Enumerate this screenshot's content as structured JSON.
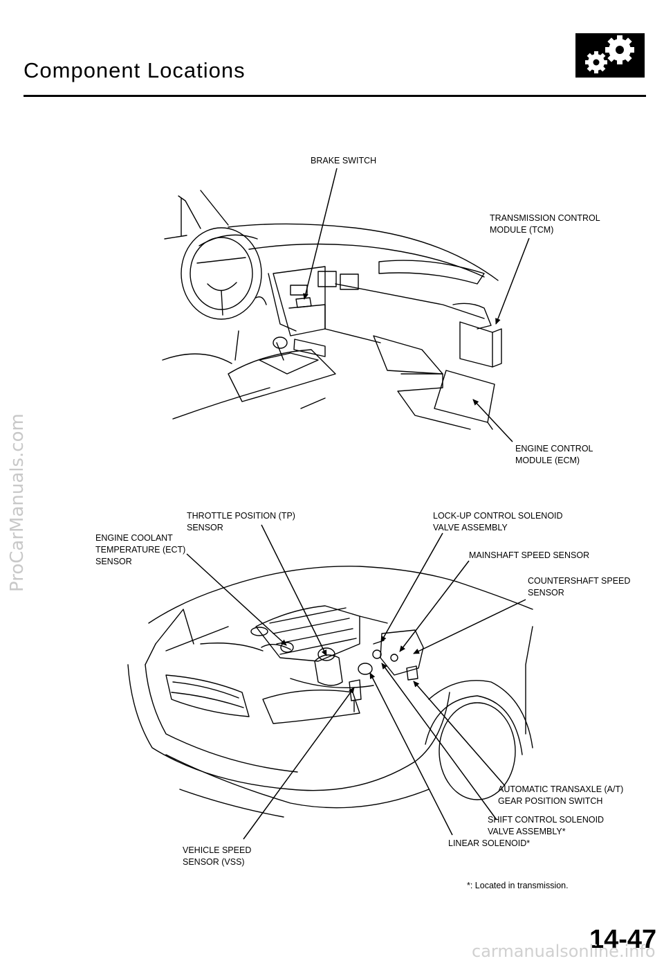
{
  "header": {
    "title": "Component Locations"
  },
  "labels": {
    "brake_switch": "BRAKE SWITCH",
    "tcm_1": "TRANSMISSION CONTROL",
    "tcm_2": "MODULE (TCM)",
    "ecm_1": "ENGINE CONTROL",
    "ecm_2": "MODULE (ECM)",
    "tp_1": "THROTTLE POSITION (TP)",
    "tp_2": "SENSOR",
    "ect_1": "ENGINE COOLANT",
    "ect_2": "TEMPERATURE (ECT)",
    "ect_3": "SENSOR",
    "lockup_1": "LOCK-UP CONTROL SOLENOID",
    "lockup_2": "VALVE ASSEMBLY",
    "mainshaft": "MAINSHAFT SPEED SENSOR",
    "counter_1": "COUNTERSHAFT SPEED",
    "counter_2": "SENSOR",
    "at_1": "AUTOMATIC TRANSAXLE (A/T)",
    "at_2": "GEAR POSITION SWITCH",
    "shift_1": "SHIFT CONTROL SOLENOID",
    "shift_2": "VALVE ASSEMBLY*",
    "linear": "LINEAR SOLENOID*",
    "vss_1": "VEHICLE SPEED",
    "vss_2": "SENSOR (VSS)"
  },
  "footnote": "*: Located in transmission.",
  "page_number": "14-47",
  "watermark": "ProCarManuals.com",
  "footer_watermark": "carmanualsonline.info",
  "icons": {
    "logo": "gears-icon"
  }
}
